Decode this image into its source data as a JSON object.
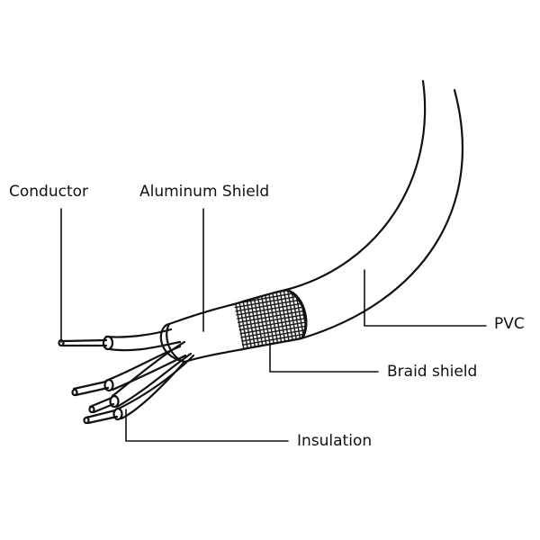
{
  "title": "Shielded cable cross-section diagram",
  "labels": {
    "conductor": "Conductor",
    "aluminum_shield": "Aluminum Shield",
    "pvc": "PVC",
    "braid_shield": "Braid shield",
    "insulation": "Insulation"
  },
  "colors": {
    "line": "#111111",
    "background": "#ffffff"
  }
}
